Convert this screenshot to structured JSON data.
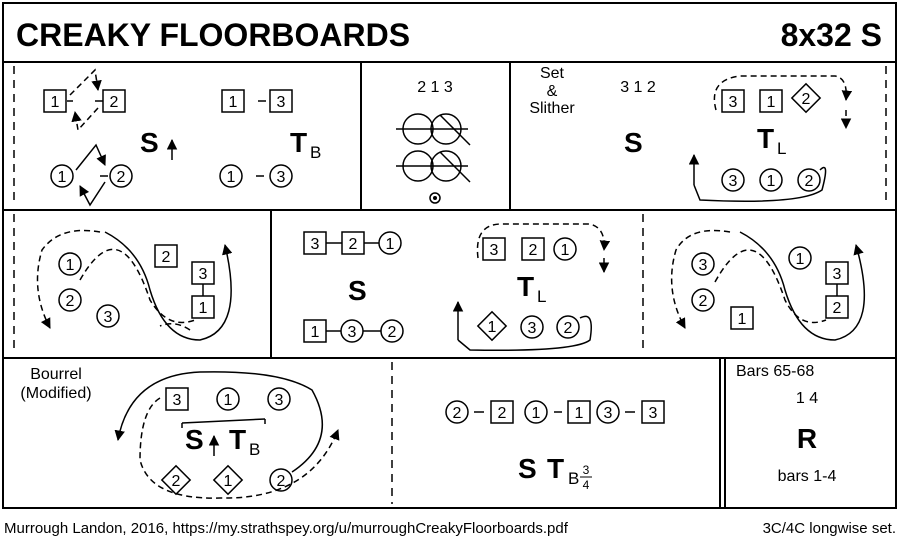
{
  "header": {
    "title": "CREAKY FLOORBOARDS",
    "form": "8x32 S"
  },
  "bars_1_8": {
    "left_fig": "S",
    "right_fig": "T",
    "right_sub": "B",
    "left_top_numbers": [
      "1",
      "2"
    ],
    "left_bottom_numbers": [
      "1",
      "2"
    ],
    "right_top_numbers": [
      "1",
      "3"
    ],
    "right_bottom_numbers": [
      "1",
      "3"
    ]
  },
  "bars_9_16_mid": {
    "order": "2 1 3"
  },
  "bars_9_16_right": {
    "label_line1": "Set",
    "label_line2": "&",
    "label_line3": "Slither",
    "order": "3 1 2",
    "fig_s": "S",
    "fig_t": "T",
    "fig_t_sub": "L",
    "top_numbers": [
      "3",
      "1",
      "2"
    ],
    "bottom_numbers": [
      "3",
      "1",
      "2"
    ]
  },
  "row2_left": {
    "numbers": [
      "1",
      "2",
      "3",
      "2",
      "3",
      "1"
    ]
  },
  "row2_mid": {
    "fig_s": "S",
    "fig_t": "T",
    "fig_t_sub": "L",
    "top_line": [
      "3",
      "2",
      "1"
    ],
    "bottom_line": [
      "1",
      "3",
      "2"
    ],
    "top_right": [
      "3",
      "2",
      "1"
    ],
    "bottom_right": [
      "1",
      "3",
      "2"
    ]
  },
  "row2_right": {
    "numbers": [
      "3",
      "2",
      "1",
      "1",
      "3",
      "2"
    ]
  },
  "row3_left": {
    "label_line1": "Bourrel",
    "label_line2": "(Modified)",
    "fig_s": "S",
    "fig_t": "T",
    "fig_t_sub": "B",
    "top_numbers": [
      "3",
      "1",
      "3"
    ],
    "bottom_numbers": [
      "2",
      "1",
      "2"
    ]
  },
  "row3_mid": {
    "line": [
      "2",
      "2",
      "1",
      "1",
      "3",
      "3"
    ],
    "fig_s": "S",
    "fig_t": "T",
    "fig_t_sub": "B",
    "frac_num": "3",
    "frac_den": "4"
  },
  "row3_right": {
    "label": "Bars 65-68",
    "order": "1 4",
    "fig": "R",
    "bars": "bars 1-4"
  },
  "footer": {
    "credit": "Murrough Landon, 2016, https://my.strathspey.org/u/murroughCreakyFloorboards.pdf",
    "set": "3C/4C longwise set."
  }
}
